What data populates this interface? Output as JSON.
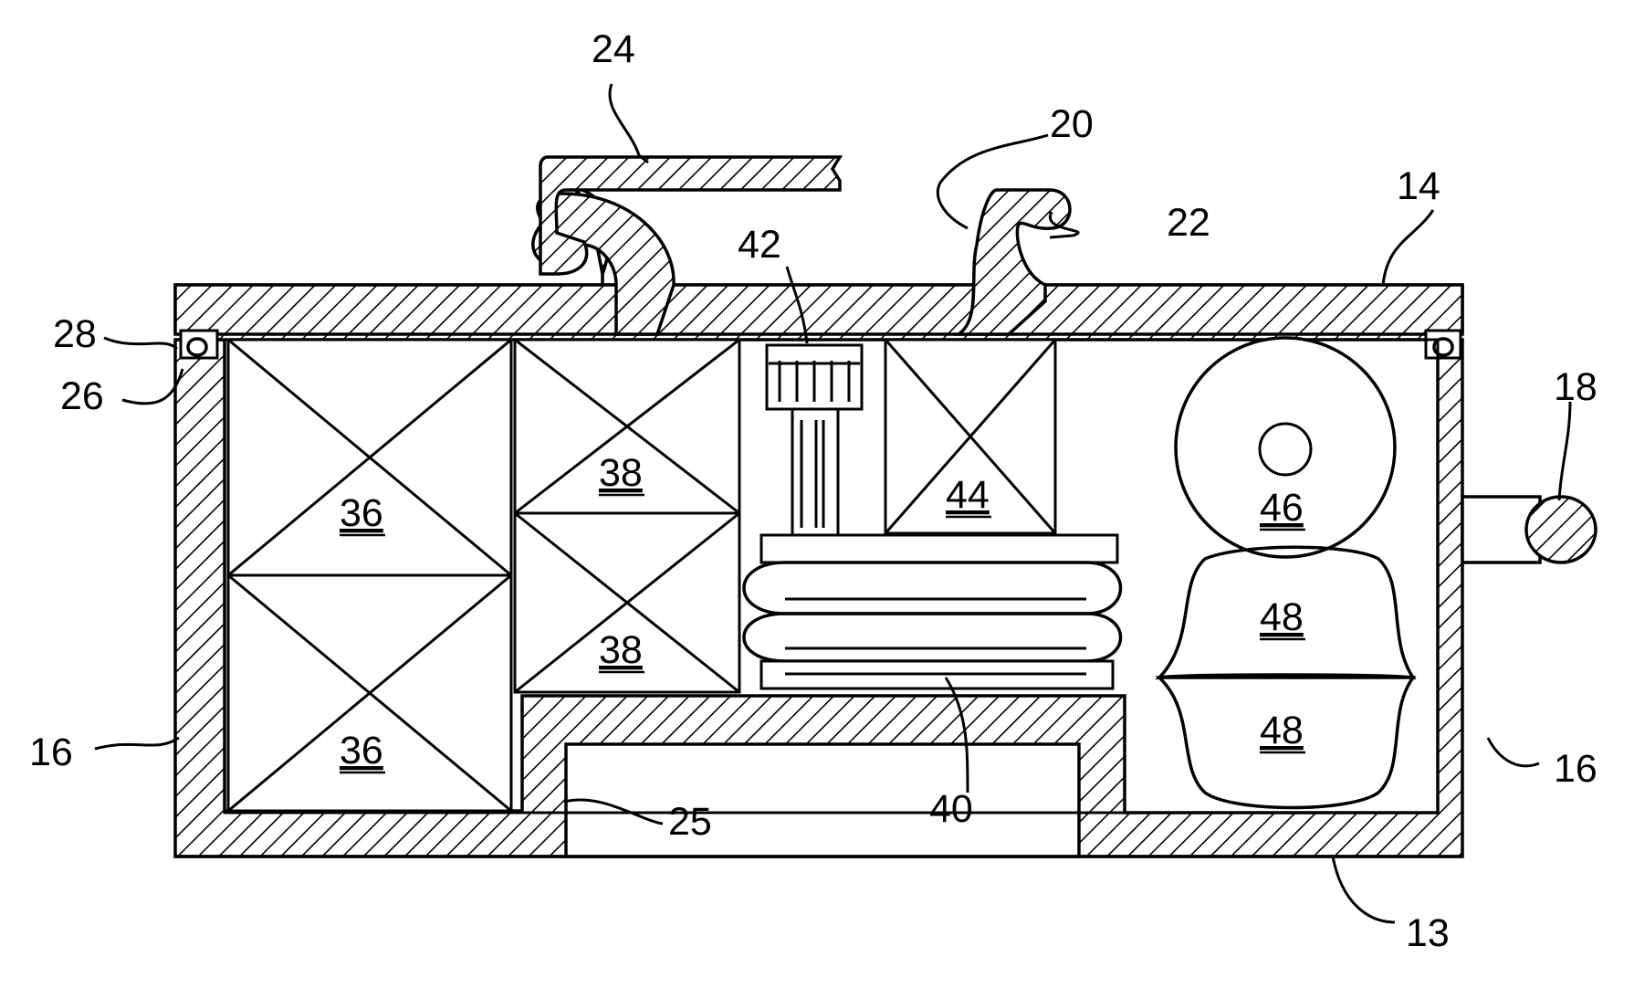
{
  "diagram": {
    "labels": {
      "l24": "24",
      "l20": "20",
      "l14": "14",
      "l22": "22",
      "l42": "42",
      "l28": "28",
      "l26": "26",
      "l18": "18",
      "l16_left": "16",
      "l16_right": "16",
      "l25": "25",
      "l40": "40",
      "l13": "13"
    },
    "component_labels": {
      "c36_top": "36",
      "c36_bottom": "36",
      "c38_top": "38",
      "c38_bottom": "38",
      "c44": "44",
      "c46": "46",
      "c48_top": "48",
      "c48_bottom": "48"
    }
  }
}
